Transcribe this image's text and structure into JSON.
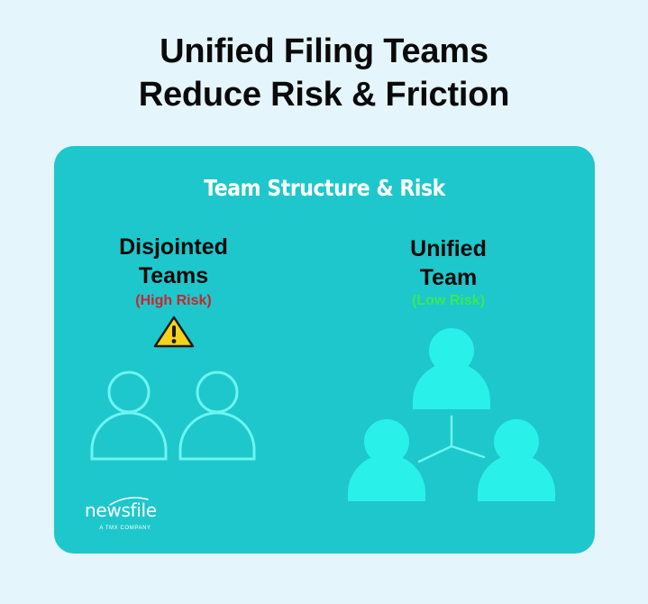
{
  "heading": {
    "line1": "Unified Filing Teams",
    "line2": "Reduce Risk & Friction"
  },
  "card": {
    "title": "Team Structure & Risk",
    "left": {
      "line1": "Disjointed",
      "line2": "Teams",
      "risk": "(High Risk)"
    },
    "right": {
      "line1": "Unified",
      "line2": "Team",
      "risk": "(Low Risk)"
    }
  },
  "logo": {
    "word": "newsfile",
    "sub": "A TMX COMPANY"
  },
  "colors": {
    "background": "#e4f5fc",
    "card": "#1ec7cb",
    "high_risk": "#c7262c",
    "low_risk": "#39e85a",
    "warning": "#f7d21c",
    "person_fill": "#2af0ea",
    "person_outline": "#6cf5f0"
  },
  "icons": [
    "warning-icon",
    "person-outline-icon",
    "person-filled-icon",
    "connector-icon",
    "logo-swoosh-icon"
  ]
}
